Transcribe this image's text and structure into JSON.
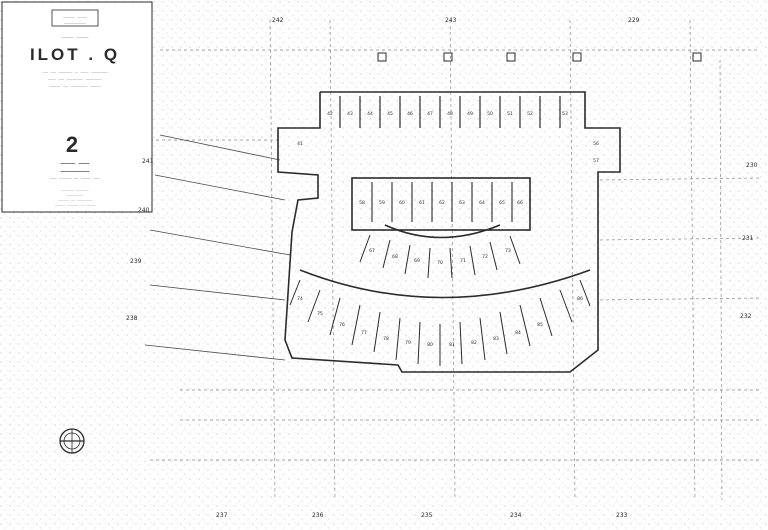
{
  "title_block": {
    "header_lines": [
      "_____ ____",
      "_________"
    ],
    "small_code": "____ ____",
    "big_title": "ILOT . Q",
    "subtitle_lines": [
      "__ __ _____ _ ___ ______",
      "___ __ ______ ______",
      "____ __ ______ ____"
    ],
    "sheet_number": "2",
    "sheet_title_lines": [
      "____ ___",
      "________"
    ],
    "sheet_subtitle": "___ _____ __ ____ ___",
    "credits_lines": [
      "______ ______",
      "________",
      "_____ __ _______",
      "_____ _____ __ ____"
    ]
  },
  "block_numbers": {
    "top": [
      "242",
      "243",
      "229"
    ],
    "right": [
      "230",
      "231",
      "232"
    ],
    "left": [
      "241",
      "240",
      "239",
      "238"
    ],
    "bottom": [
      "237",
      "236",
      "235",
      "234",
      "233"
    ]
  },
  "stall_numbers": {
    "top_row": [
      "42",
      "43",
      "44",
      "45",
      "46",
      "47",
      "48",
      "49",
      "50",
      "51",
      "52",
      "53"
    ],
    "side_left": "41",
    "side_right": [
      "56",
      "57"
    ],
    "inner_row": [
      "58",
      "59",
      "60",
      "61",
      "62",
      "63",
      "64",
      "65",
      "66"
    ],
    "lower_arc": [
      "67",
      "68",
      "69",
      "70",
      "71",
      "72",
      "73",
      "74",
      "75",
      "76",
      "77",
      "78",
      "79",
      "80",
      "81",
      "82",
      "83",
      "84",
      "85",
      "86"
    ]
  },
  "colors": {
    "ink": "#2b2b2b",
    "paper": "#ffffff",
    "stipple": "#9a9a9a"
  },
  "icons": [
    "north-arrow-icon"
  ]
}
